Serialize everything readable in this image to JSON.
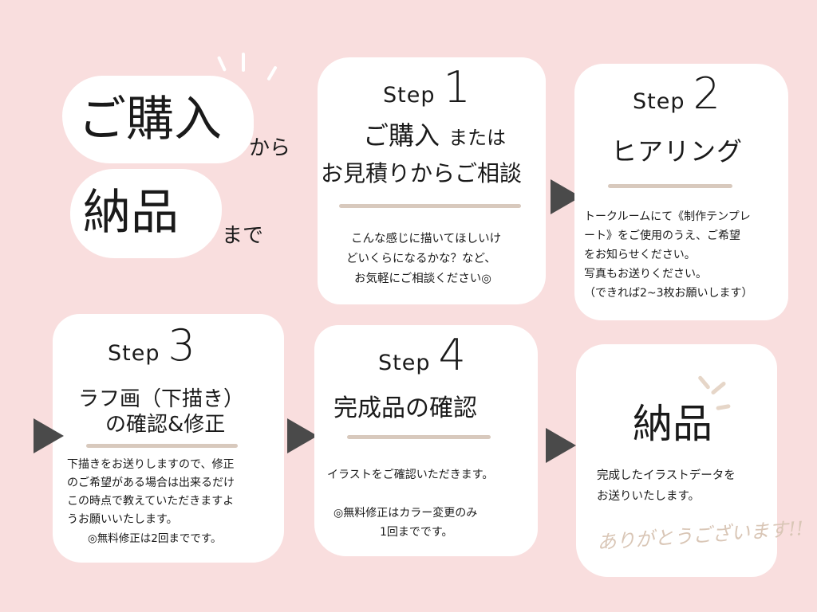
{
  "title": {
    "line1_big": "ご購入",
    "line1_small": "から",
    "line2_big": "納品",
    "line2_small": "まで"
  },
  "steps": [
    {
      "word": "Step",
      "number": "1",
      "heading_big": "ご購入",
      "heading_small": "または",
      "heading_line2": "お見積りからご相談",
      "desc": [
        "こんな感じに描いてほしいけ",
        "どいくらになるかな？など、",
        "お気軽にご相談ください◎"
      ]
    },
    {
      "word": "Step",
      "number": "2",
      "heading": "ヒアリング",
      "desc": [
        "トークルームにて《制作テンプレ",
        "ート》をご使用のうえ、ご希望",
        "をお知らせください。",
        "写真もお送りください。",
        "（できれば2~3枚お願いします）"
      ]
    },
    {
      "word": "Step",
      "number": "3",
      "heading_line1": "ラフ画（下描き）",
      "heading_line2": "の確認&修正",
      "desc": [
        "下描きをお送りしますので、修正",
        "のご希望がある場合は出来るだけ",
        "この時点で教えていただきますよ",
        "うお願いいたします。"
      ],
      "note": "◎無料修正は2回までです。"
    },
    {
      "word": "Step",
      "number": "4",
      "heading": "完成品の確認",
      "desc": [
        "イラストをご確認いただきます。"
      ],
      "note": [
        "◎無料修正はカラー変更のみ",
        "1回までです。"
      ]
    }
  ],
  "final": {
    "heading": "納品",
    "desc": [
      "完成したイラストデータを",
      "お送りいたします。"
    ],
    "thanks": "ありがとうございます!!"
  },
  "colors": {
    "background": "#f9dede",
    "card": "#ffffff",
    "arrow": "#4a4a4a",
    "divider": "#d8c9bd",
    "thanks": "#d9c6b6"
  }
}
